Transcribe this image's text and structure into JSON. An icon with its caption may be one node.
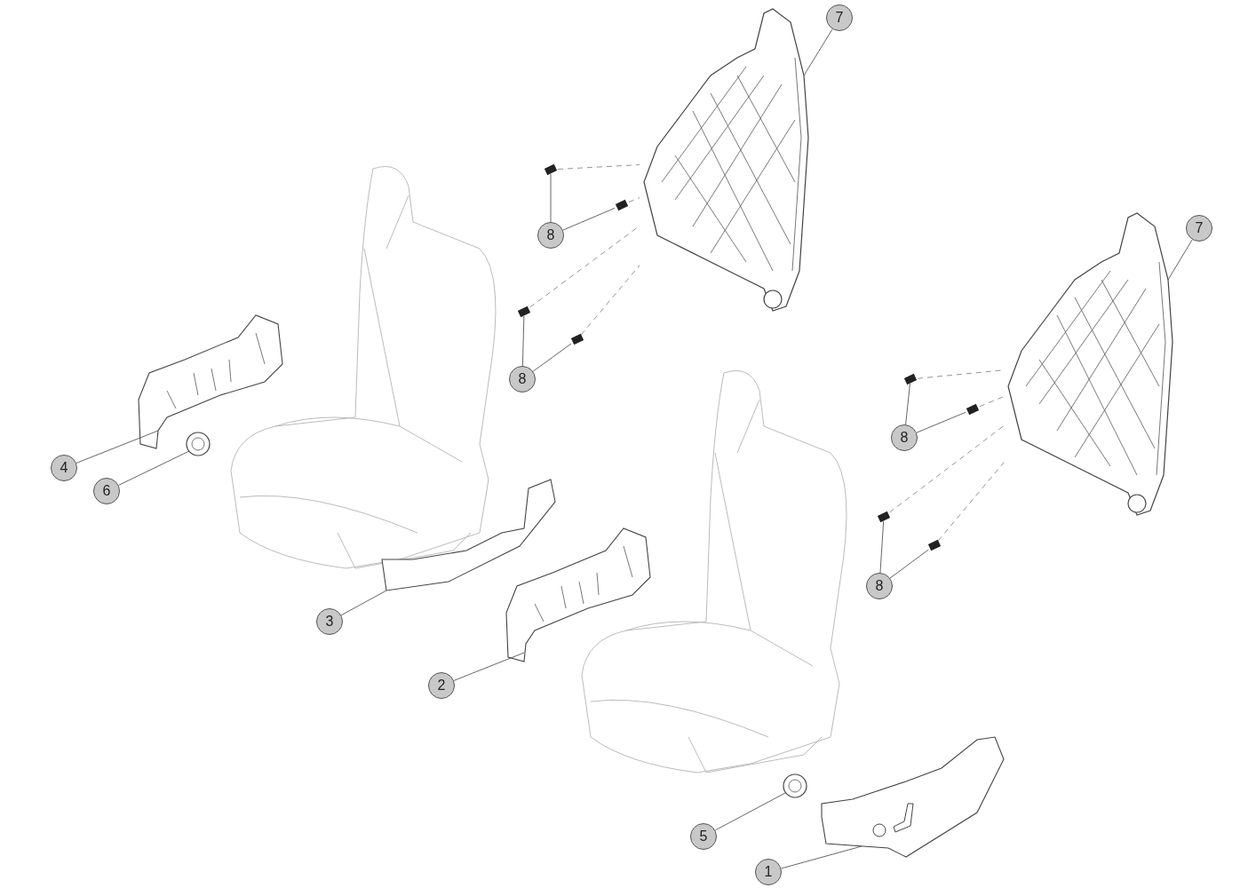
{
  "diagram": {
    "nodes": [
      {
        "text": [
          "7"
        ]
      },
      {
        "text": [
          "8"
        ]
      },
      {
        "text": [
          "8"
        ]
      },
      {
        "text": [
          "7"
        ]
      },
      {
        "text": [
          "8"
        ]
      },
      {
        "text": [
          "8"
        ]
      },
      {
        "text": [
          "4"
        ]
      },
      {
        "text": [
          "6"
        ]
      },
      {
        "text": [
          "3"
        ]
      },
      {
        "text": [
          "2"
        ]
      },
      {
        "text": [
          "5"
        ]
      },
      {
        "text": [
          "1"
        ]
      },
      {
        "text": [],
        "shape": "picture"
      },
      {
        "text": [],
        "shape": "bar"
      },
      {
        "text": [],
        "shape": "bar"
      },
      {
        "text": [],
        "shape": "bar"
      },
      {
        "text": [],
        "shape": "bar"
      },
      {
        "text": [],
        "shape": "picture"
      },
      {
        "text": [],
        "shape": "bar"
      },
      {
        "text": [],
        "shape": "bar"
      },
      {
        "text": [],
        "shape": "bar"
      },
      {
        "text": [],
        "shape": "bar"
      },
      {
        "text": [],
        "shape": "picture"
      },
      {
        "text": [],
        "shape": "picture"
      },
      {
        "text": [],
        "shape": "picture"
      },
      {
        "text": [],
        "shape": "picture"
      },
      {
        "text": [],
        "shape": "picture"
      },
      {
        "text": [],
        "shape": "picture"
      }
    ],
    "edges": [
      {
        "from": 0,
        "to": 12,
        "arrow": "none"
      },
      {
        "from": 1,
        "to": 13,
        "arrow": "none"
      },
      {
        "from": 1,
        "to": 14,
        "arrow": "none"
      },
      {
        "from": 2,
        "to": 15,
        "arrow": "none"
      },
      {
        "from": 2,
        "to": 16,
        "arrow": "none"
      },
      {
        "from": 3,
        "to": 17,
        "arrow": "none"
      },
      {
        "from": 4,
        "to": 18,
        "arrow": "none"
      },
      {
        "from": 4,
        "to": 19,
        "arrow": "none"
      },
      {
        "from": 5,
        "to": 20,
        "arrow": "none"
      },
      {
        "from": 5,
        "to": 21,
        "arrow": "none"
      },
      {
        "from": 6,
        "to": 22,
        "arrow": "none"
      },
      {
        "from": 7,
        "to": 23,
        "arrow": "none"
      },
      {
        "from": 8,
        "to": 24,
        "arrow": "none"
      },
      {
        "from": 9,
        "to": 25,
        "arrow": "none"
      },
      {
        "from": 10,
        "to": 26,
        "arrow": "none"
      },
      {
        "from": 11,
        "to": 27,
        "arrow": "none"
      },
      {
        "from": 13,
        "to": 12,
        "arrow": "none",
        "style": "dashed"
      },
      {
        "from": 14,
        "to": 12,
        "arrow": "none",
        "style": "dashed"
      },
      {
        "from": 15,
        "to": 12,
        "arrow": "none",
        "style": "dashed"
      },
      {
        "from": 16,
        "to": 12,
        "arrow": "none",
        "style": "dashed"
      },
      {
        "from": 18,
        "to": 17,
        "arrow": "none",
        "style": "dashed"
      },
      {
        "from": 19,
        "to": 17,
        "arrow": "none",
        "style": "dashed"
      },
      {
        "from": 20,
        "to": 17,
        "arrow": "none",
        "style": "dashed"
      },
      {
        "from": 21,
        "to": 17,
        "arrow": "none",
        "style": "dashed"
      }
    ]
  }
}
